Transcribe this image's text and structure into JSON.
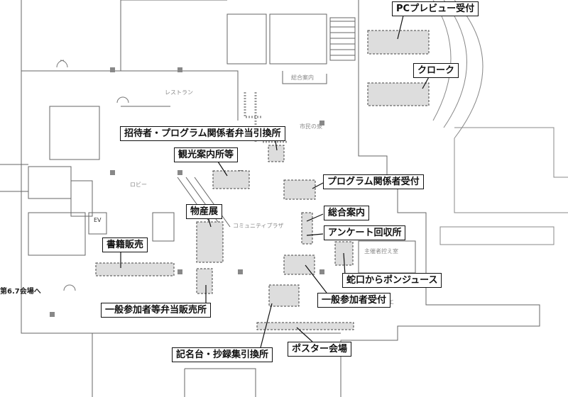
{
  "callouts": {
    "pc_preview": "PCプレビュー受付",
    "cloak": "クローク",
    "invitee_lunch": "招待者・プログラム関係者弁当引換所",
    "tourist_info": "観光案内所等",
    "program_reception": "プログラム関係者受付",
    "general_info": "総合案内",
    "survey": "アンケート回収所",
    "local_products": "物産展",
    "book_sales": "書籍販売",
    "ponjuice": "蛇口からポンジュース",
    "general_reception": "一般参加者受付",
    "general_lunch_sales": "一般参加者等弁当販売所",
    "guestbook": "記名台・抄録集引換所",
    "poster_venue": "ポスター会場"
  },
  "area_labels": {
    "restaurant": "レストラン",
    "lobby": "ロビー",
    "info_desk": "総合案内",
    "citizens_fountain": "市民の泉",
    "community_plaza": "コミュニティプラザ",
    "organizer_room": "主催者控え室",
    "foyer": "ホワイエ",
    "ev": "EV"
  },
  "exit_label": "第6.7会場へ",
  "colors": {
    "booth_fill": "#dddddd",
    "wall": "#555555",
    "label_border": "#111111"
  }
}
